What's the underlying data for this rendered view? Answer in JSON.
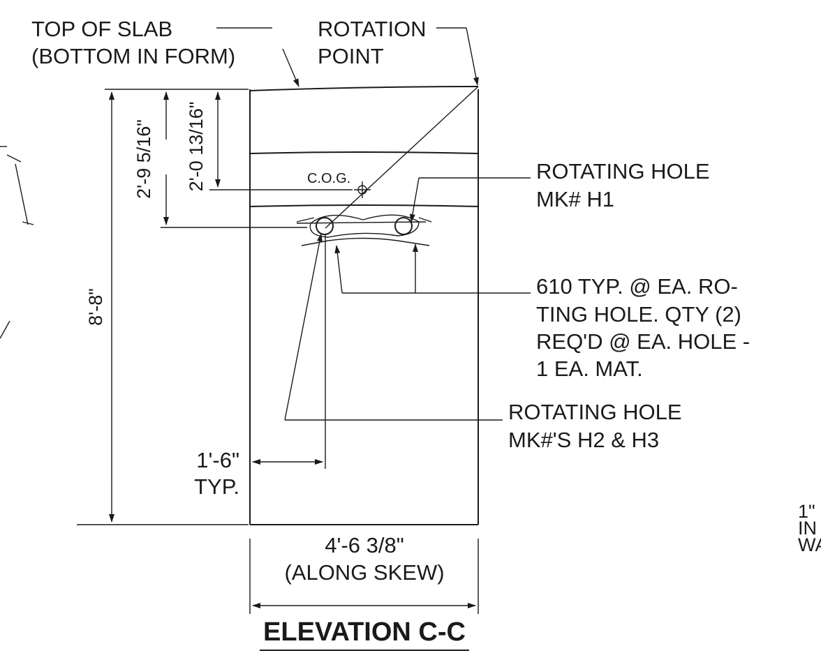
{
  "drawing": {
    "title": "ELEVATION C-C",
    "callouts": {
      "top_of_slab_1": "TOP OF SLAB",
      "top_of_slab_2": "(BOTTOM IN FORM)",
      "rotation_1": "ROTATION",
      "rotation_2": "POINT",
      "cog": "C.O.G.",
      "hole_h1_1": "ROTATING HOLE",
      "hole_h1_2": "MK# H1",
      "note_1": "610 TYP. @ EA. RO-",
      "note_2": "TING HOLE.  QTY (2)",
      "note_3": "REQ'D @ EA. HOLE -",
      "note_4": "1 EA. MAT.",
      "hole_h23_1": "ROTATING HOLE",
      "hole_h23_2": "MK#'S H2 & H3"
    },
    "dimensions": {
      "total_height": "8'-8\"",
      "to_lower_hole": "2'-9 5/16\"",
      "to_cog": "2'-0 13/16\"",
      "hole_offset": "1'-6\"",
      "hole_offset_note": "TYP.",
      "width": "4'-6 3/8\"",
      "width_note": "(ALONG SKEW)"
    },
    "partial_right_1": "1\"",
    "partial_right_2": "IN",
    "partial_right_3": "WA"
  }
}
